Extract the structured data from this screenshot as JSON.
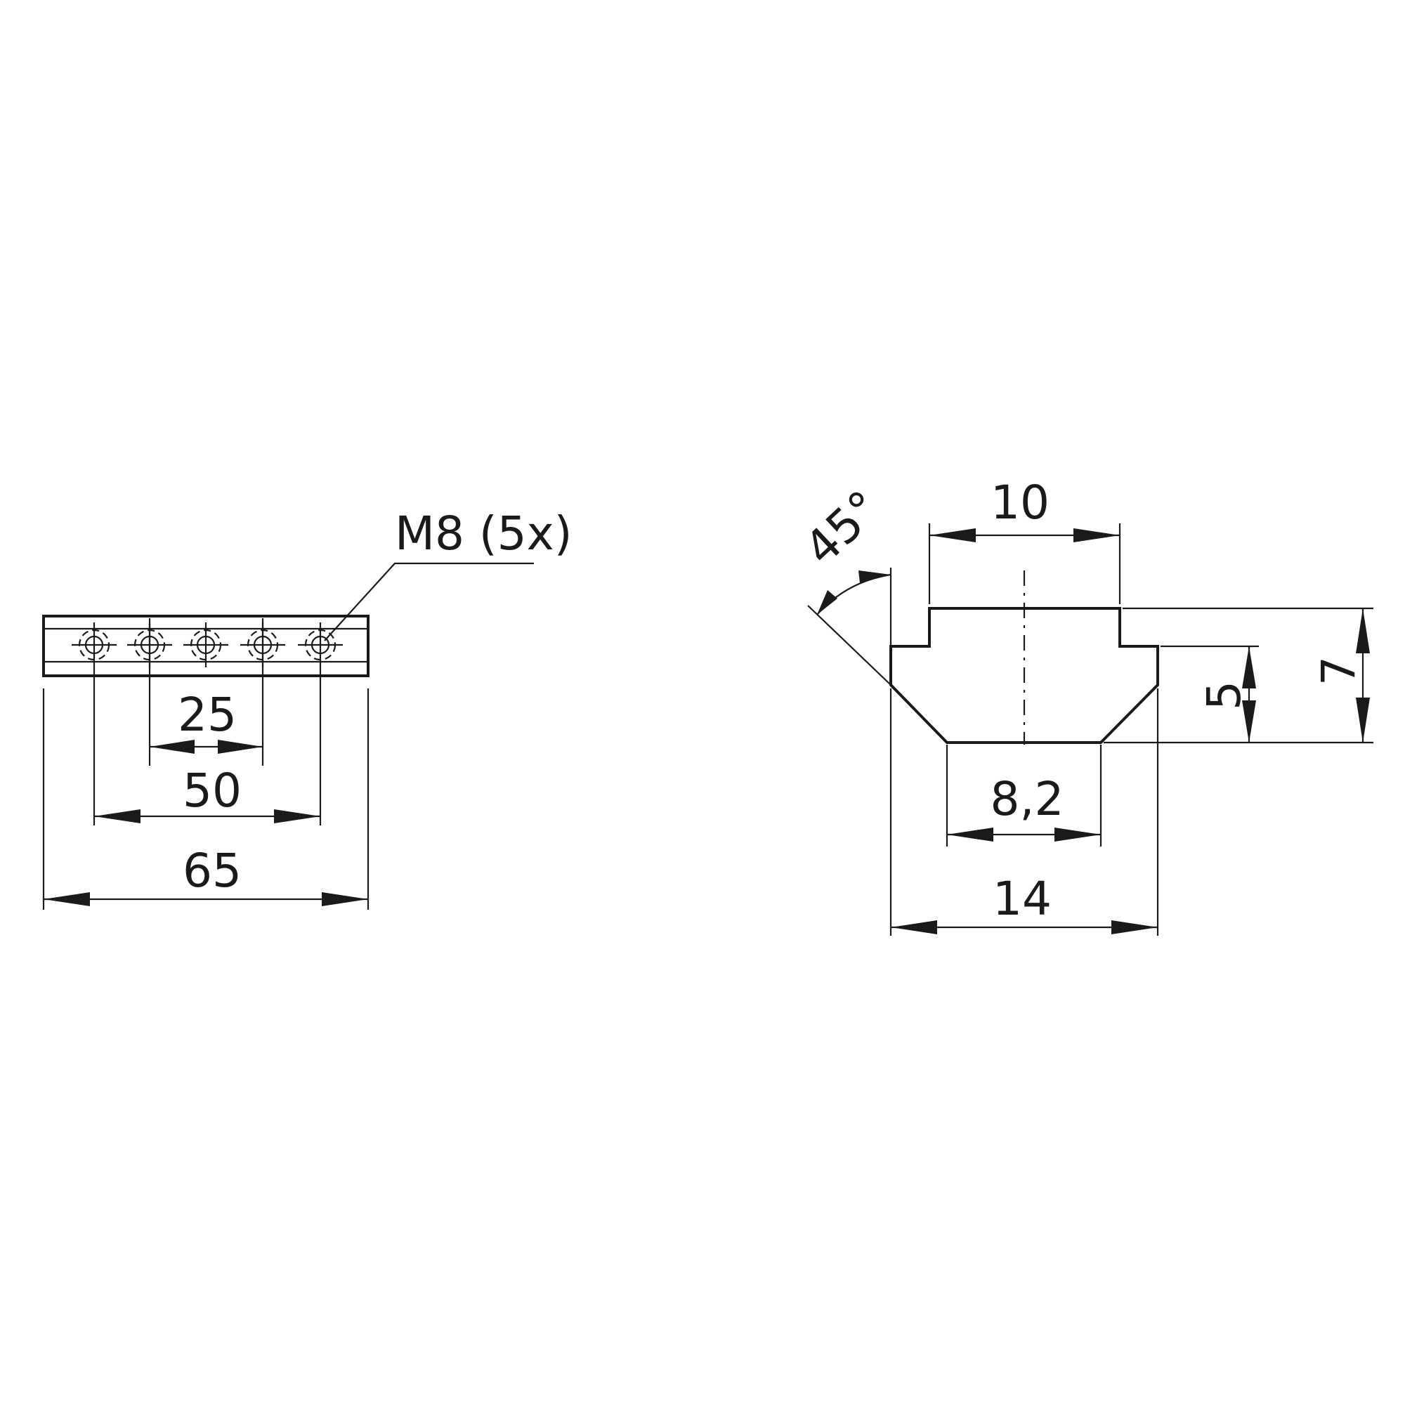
{
  "drawing": {
    "side_view": {
      "thread_label": "M8 (5x)",
      "pitch_dim": "25",
      "span_dim": "50",
      "length_dim": "65"
    },
    "section_view": {
      "angle_dim": "45°",
      "top_width_dim": "10",
      "bottom_width_dim": "8,2",
      "total_width_dim": "14",
      "neck_height_dim": "5",
      "total_height_dim": "7"
    }
  }
}
